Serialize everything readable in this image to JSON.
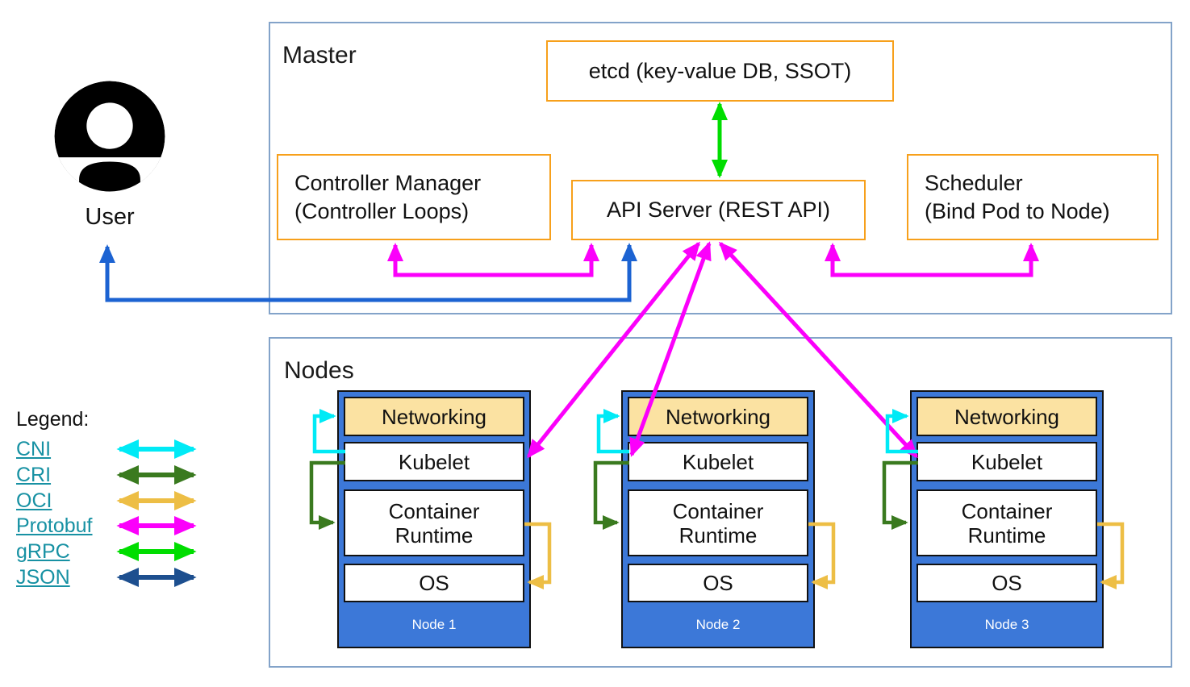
{
  "master": {
    "title": "Master",
    "etcd_label": "etcd (key-value DB, SSOT)",
    "controller_manager_line1": "Controller Manager",
    "controller_manager_line2": "(Controller Loops)",
    "api_server_label": "API Server (REST API)",
    "scheduler_line1": "Scheduler",
    "scheduler_line2": "(Bind Pod to Node)"
  },
  "user": {
    "label": "User"
  },
  "nodes_section": {
    "title": "Nodes",
    "layer_labels": [
      "Networking",
      "Kubelet",
      "Container Runtime",
      "OS"
    ],
    "node_names": [
      "Node 1",
      "Node 2",
      "Node 3"
    ]
  },
  "legend": {
    "title": "Legend:",
    "items": [
      {
        "label": "CNI",
        "color": "#00EAF6"
      },
      {
        "label": "CRI",
        "color": "#3A7A1F"
      },
      {
        "label": "OCI",
        "color": "#EDBE45"
      },
      {
        "label": "Protobuf",
        "color": "#FB00FB"
      },
      {
        "label": "gRPC",
        "color": "#00DD00"
      },
      {
        "label": "JSON",
        "color": "#1D4F8F"
      }
    ]
  },
  "colors": {
    "arrow_cyan": "#00EAF6",
    "arrow_dark_green": "#3A7A1F",
    "arrow_gold": "#EDBE45",
    "arrow_magenta": "#FB00FB",
    "arrow_green": "#00DD00",
    "arrow_navy": "#1D4F8F",
    "arrow_blue": "#1C63D2",
    "box_border_orange": "#F7A01B",
    "frame_border": "#83A3C9",
    "node_fill": "#3C78D8",
    "networking_fill": "#FBE2A2",
    "link_teal": "#1791A3"
  }
}
